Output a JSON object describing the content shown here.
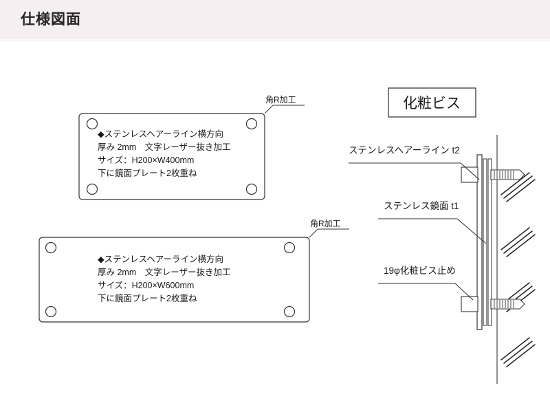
{
  "header": {
    "title": "仕様図面"
  },
  "plates": [
    {
      "name": "plate-h200-w400",
      "corner_note": "角R加工",
      "spec_lines": [
        "◆ステンレスヘアーライン横方向",
        "厚み 2mm　文字レーザー抜き加工",
        "サイズ：H200×W400mm",
        "下に鏡面プレート2枚重ね"
      ],
      "hole_count": 4
    },
    {
      "name": "plate-h200-w600",
      "corner_note": "角R加工",
      "spec_lines": [
        "◆ステンレスヘアーライン横方向",
        "厚み 2mm　文字レーザー抜き加工",
        "サイズ：H200×W600mm",
        "下に鏡面プレート2枚重ね"
      ],
      "hole_count": 4
    }
  ],
  "section_detail": {
    "title_box_label": "化粧ビス",
    "callouts": [
      {
        "id": "hairline",
        "text": "ステンレスヘアーライン t2"
      },
      {
        "id": "mirror",
        "text": "ステンレス鏡面 t1"
      },
      {
        "id": "screw",
        "text": "19φ化粧ビス止め"
      }
    ]
  },
  "colors": {
    "header_bg": "#f5eff1",
    "ink": "#1a1a1a",
    "line": "#333333",
    "paper": "#ffffff"
  }
}
